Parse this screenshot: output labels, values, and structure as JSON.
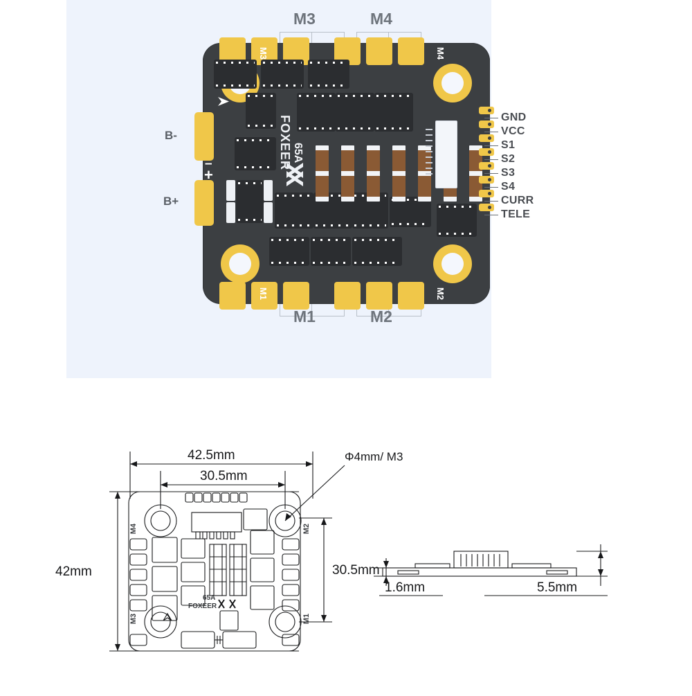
{
  "product": {
    "brand": "FOXEER",
    "rating": "65A",
    "logo_icon": "foxeer-x-logo"
  },
  "board_render": {
    "motor_corner_labels": {
      "top_left": "M3",
      "top_right": "M4",
      "bottom_left": "M1",
      "bottom_right": "M2"
    },
    "motor_callouts": {
      "top_left": "M3",
      "top_right": "M4",
      "bottom_left": "M1",
      "bottom_right": "M2"
    },
    "battery_pads": [
      {
        "label": "B-",
        "polarity": "negative"
      },
      {
        "label": "B+",
        "polarity": "positive"
      }
    ],
    "polarity_marks": {
      "minus": "–",
      "plus": "+"
    },
    "direction_arrow_icon": "direction-arrow-icon",
    "signal_pins": [
      "GND",
      "VCC",
      "S1",
      "S2",
      "S3",
      "S4",
      "CURR",
      "TELE"
    ]
  },
  "dimensions": {
    "width": "42.5mm",
    "hole_spacing_horizontal": "30.5mm",
    "hole_spacing_vertical": "30.5mm",
    "height": "42mm",
    "hole_spec": "Φ4mm/ M3",
    "pcb_thickness": "1.6mm",
    "total_height": "5.5mm",
    "drawing_labels": {
      "top_left": "M4",
      "top_right": "M2",
      "bottom_left": "M3",
      "bottom_right": "M1"
    },
    "drawing_brand": "FOXEER",
    "drawing_rating": "65A"
  },
  "colors": {
    "pcb": "#3c3f42",
    "pad_gold": "#f0c749",
    "panel_background": "#eef3fc",
    "capacitor_brown": "#8a5a34",
    "label_gray": "#6e747c",
    "line_black": "#17181a"
  }
}
